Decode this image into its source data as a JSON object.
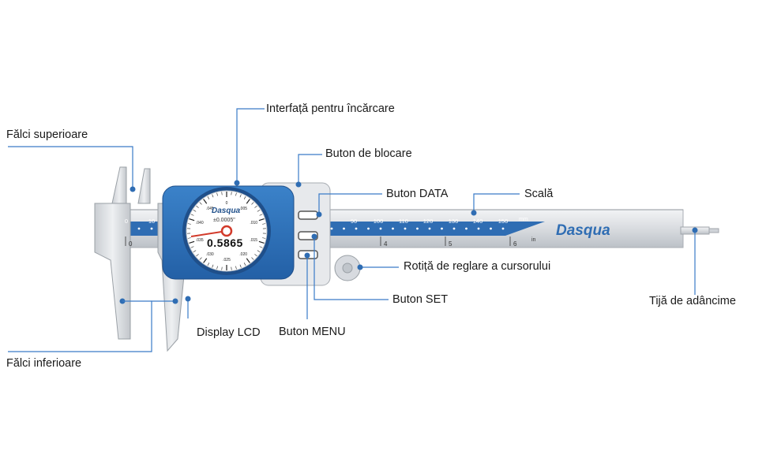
{
  "labels": {
    "upper_jaws": "Fălci superioare",
    "lower_jaws": "Fălci inferioare",
    "charging_interface": "Interfață pentru încărcare",
    "lock_button": "Buton de blocare",
    "data_button": "Buton DATA",
    "scale": "Scală",
    "adjust_wheel": "Rotiță de reglare a cursorului",
    "set_button": "Buton SET",
    "menu_button": "Buton MENU",
    "depth_rod": "Tijă de adâncime",
    "lcd_display": "Display LCD"
  },
  "caliper": {
    "brand": "Dasqua",
    "dial_brand": "Dasqua",
    "reading": "0.5865",
    "resolution": "±0.0005\"",
    "mm_ticks": [
      "0",
      "10",
      "90",
      "100",
      "110",
      "120",
      "130",
      "140",
      "150"
    ],
    "mm_unit": "mm",
    "inch_ticks": [
      "0",
      "4",
      "5",
      "6"
    ],
    "inch_unit": "in",
    "dial_numbers": [
      "0",
      ".005",
      ".010",
      ".015",
      ".020",
      ".025",
      ".030",
      ".035",
      ".040",
      ".045"
    ]
  },
  "colors": {
    "blue": "#2f6db3",
    "leader_line": "#3a7bc8",
    "steel": "#dcdfe3",
    "needle": "#d23a2a"
  }
}
